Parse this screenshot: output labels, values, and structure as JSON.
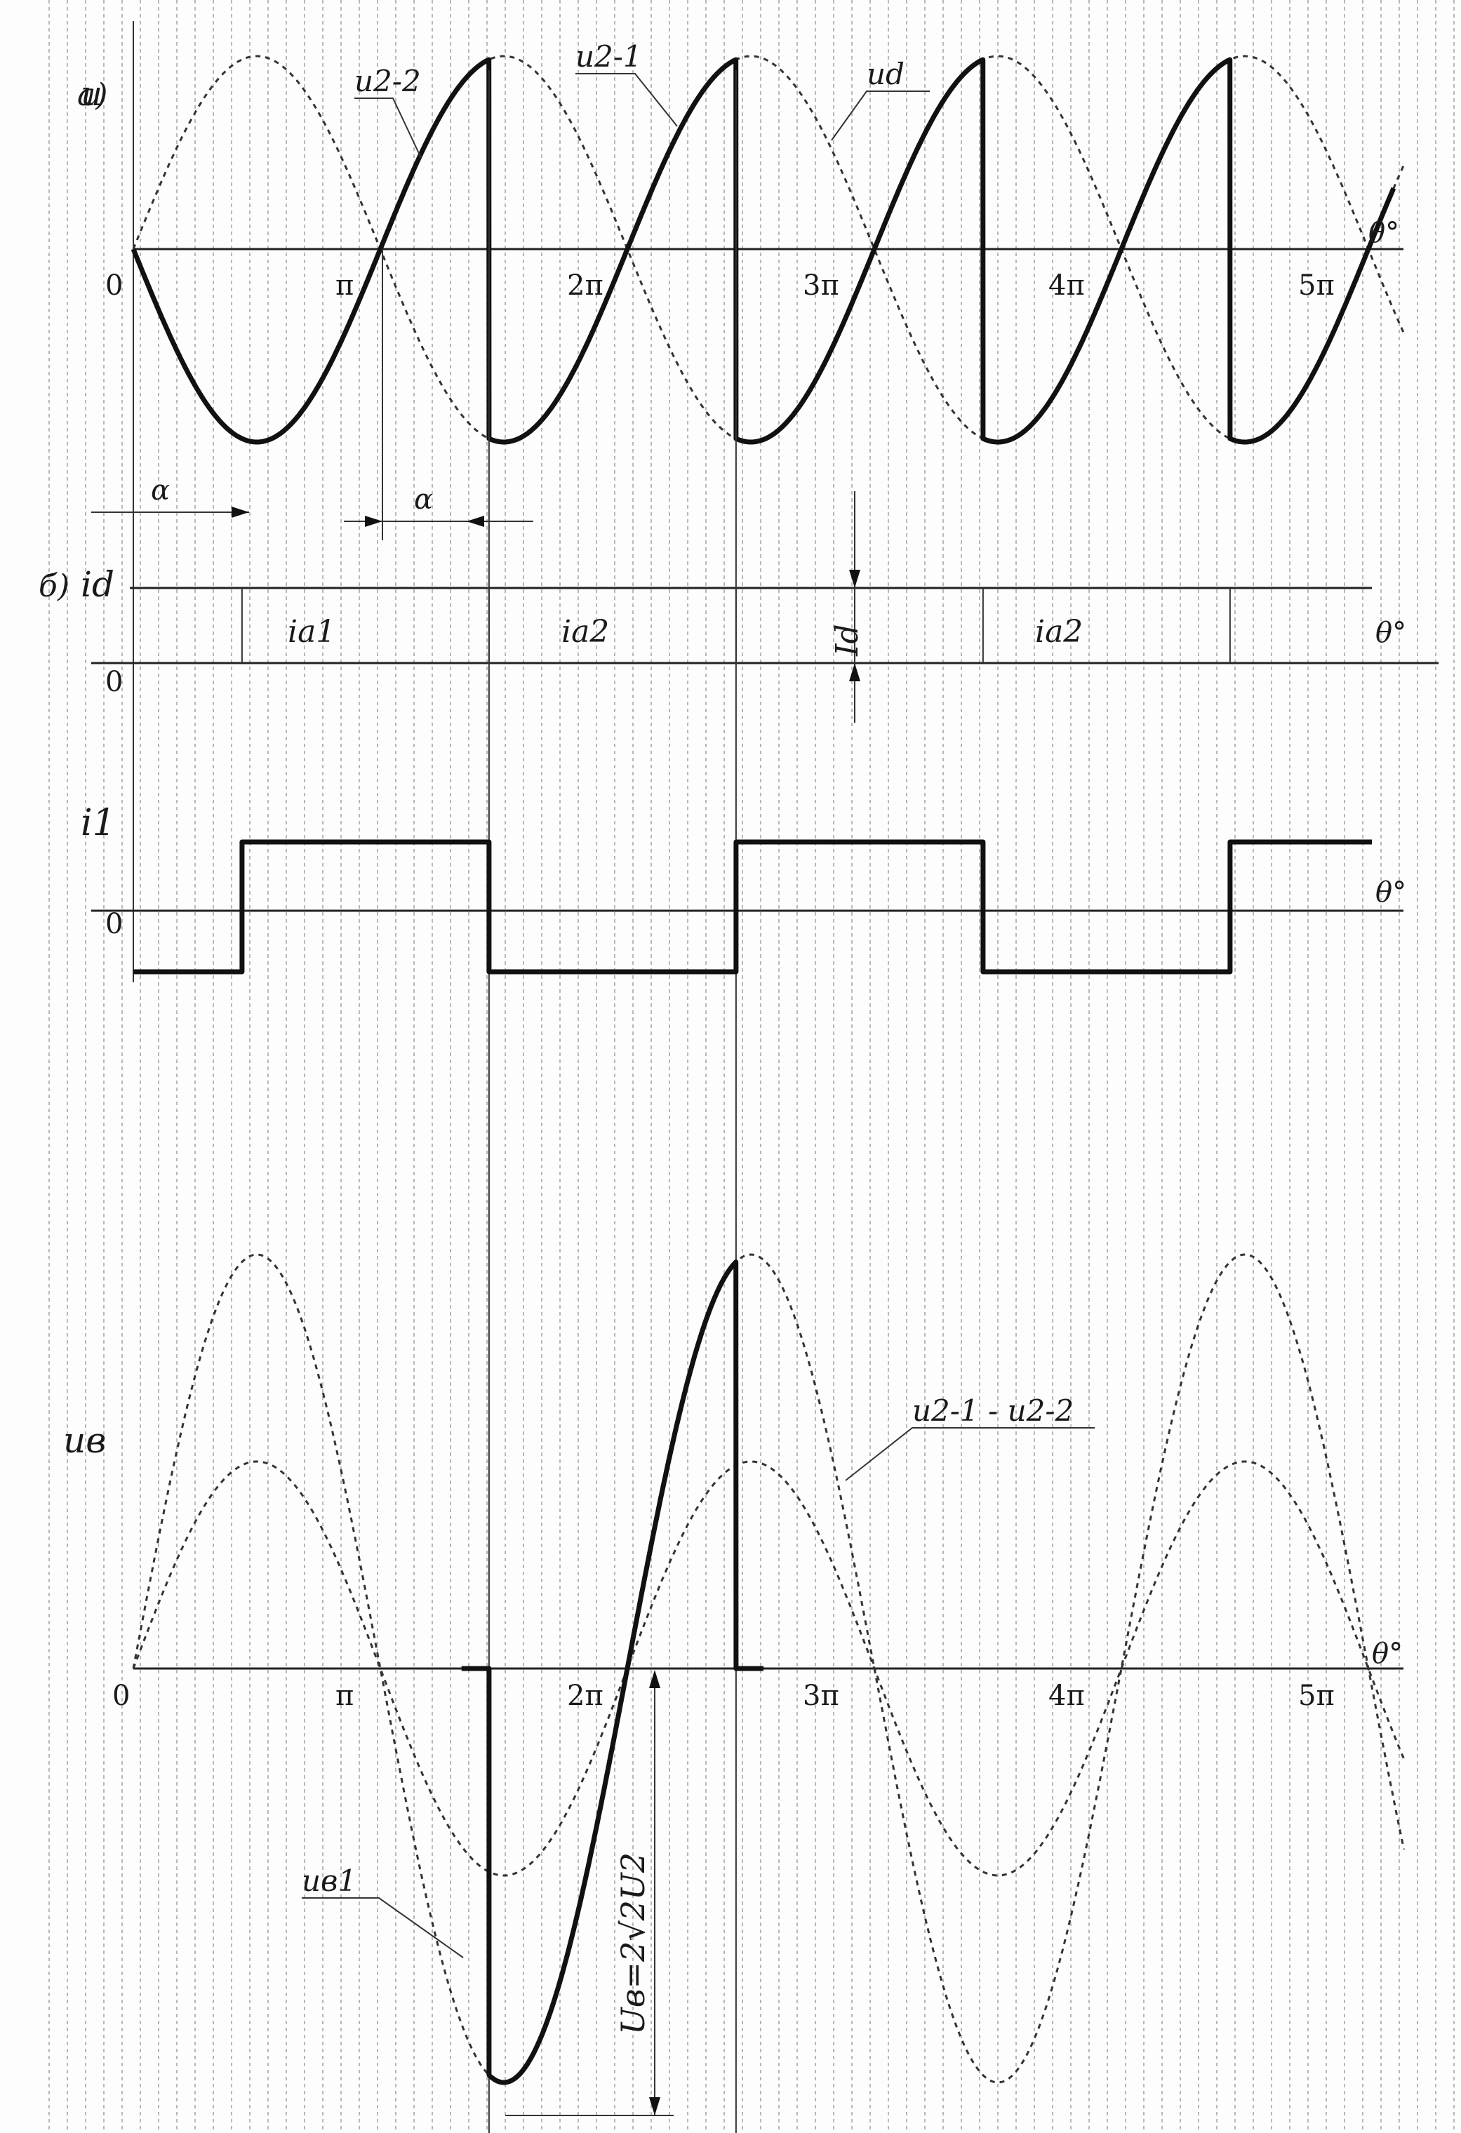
{
  "panel_a": {
    "label": "a)",
    "y_label": "u",
    "curve_u22": "u2-2",
    "curve_u21": "u2-1",
    "curve_ud": "ud",
    "x_label": "θ°",
    "origin": "0",
    "ticks": [
      "π",
      "2π",
      "3π",
      "4π",
      "5π"
    ],
    "alpha_label": "α"
  },
  "panel_b": {
    "label": "б)",
    "y_label": "id",
    "x_label": "θ°",
    "origin": "0",
    "Id_label": "Id",
    "segments": [
      "ia1",
      "ia2",
      "ia2"
    ]
  },
  "panel_i1": {
    "y_label": "i1",
    "x_label": "θ°",
    "origin": "0"
  },
  "panel_uv": {
    "y_label": "uв",
    "curve_diff": "u2-1 - u2-2",
    "x_label": "θ°",
    "origin": "0",
    "ticks": [
      "π",
      "2π",
      "3π",
      "4π",
      "5π"
    ],
    "uv1_label": "uв1",
    "formula": "Uв=2√2U2"
  }
}
